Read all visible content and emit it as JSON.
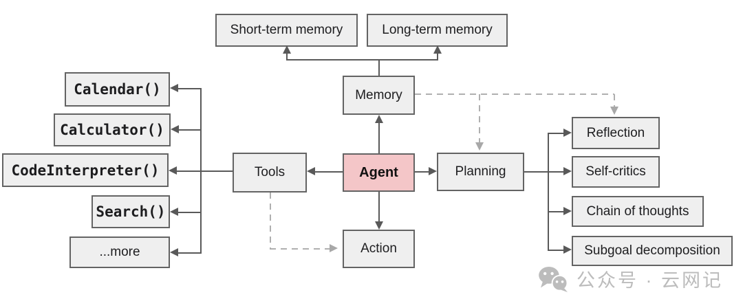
{
  "diagram": {
    "nodes": {
      "short_term_memory": {
        "label": "Short-term memory"
      },
      "long_term_memory": {
        "label": "Long-term memory"
      },
      "memory": {
        "label": "Memory"
      },
      "agent": {
        "label": "Agent"
      },
      "tools": {
        "label": "Tools"
      },
      "planning": {
        "label": "Planning"
      },
      "action": {
        "label": "Action"
      },
      "calendar": {
        "label": "Calendar()"
      },
      "calculator": {
        "label": "Calculator()"
      },
      "code_interpreter": {
        "label": "CodeInterpreter()"
      },
      "search": {
        "label": "Search()"
      },
      "more": {
        "label": "...more"
      },
      "reflection": {
        "label": "Reflection"
      },
      "self_critics": {
        "label": "Self-critics"
      },
      "chain_of_thoughts": {
        "label": "Chain of thoughts"
      },
      "subgoal_decomposition": {
        "label": "Subgoal decomposition"
      }
    },
    "edges": [
      {
        "from": "Memory",
        "to": "Short-term memory",
        "style": "solid-arrow"
      },
      {
        "from": "Memory",
        "to": "Long-term memory",
        "style": "solid-arrow"
      },
      {
        "from": "Agent",
        "to": "Memory",
        "style": "solid-arrow"
      },
      {
        "from": "Agent",
        "to": "Tools",
        "style": "solid-arrow"
      },
      {
        "from": "Agent",
        "to": "Planning",
        "style": "solid-arrow"
      },
      {
        "from": "Agent",
        "to": "Action",
        "style": "solid-arrow"
      },
      {
        "from": "Tools",
        "to": "Calendar()",
        "style": "solid-arrow"
      },
      {
        "from": "Tools",
        "to": "Calculator()",
        "style": "solid-arrow"
      },
      {
        "from": "Tools",
        "to": "CodeInterpreter()",
        "style": "solid-arrow"
      },
      {
        "from": "Tools",
        "to": "Search()",
        "style": "solid-arrow"
      },
      {
        "from": "Tools",
        "to": "...more",
        "style": "solid-arrow"
      },
      {
        "from": "Planning",
        "to": "Reflection",
        "style": "solid-arrow"
      },
      {
        "from": "Planning",
        "to": "Self-critics",
        "style": "solid-arrow"
      },
      {
        "from": "Planning",
        "to": "Chain of thoughts",
        "style": "solid-arrow"
      },
      {
        "from": "Planning",
        "to": "Subgoal decomposition",
        "style": "solid-arrow"
      },
      {
        "from": "Memory",
        "to": "Planning",
        "style": "dashed-arrow"
      },
      {
        "from": "Memory",
        "to": "Reflection",
        "style": "dashed-arrow"
      },
      {
        "from": "Tools",
        "to": "Action",
        "style": "dashed-arrow"
      }
    ],
    "colors": {
      "node_fill": "#efefef",
      "node_border": "#636363",
      "agent_fill": "#f4c6c8",
      "solid_line": "#595959",
      "dashed_line": "#afafaf",
      "watermark": "#bcbcbc",
      "background": "#ffffff"
    }
  },
  "watermark": {
    "text": "公众号 · 云网记",
    "icon": "wechat-icon"
  }
}
